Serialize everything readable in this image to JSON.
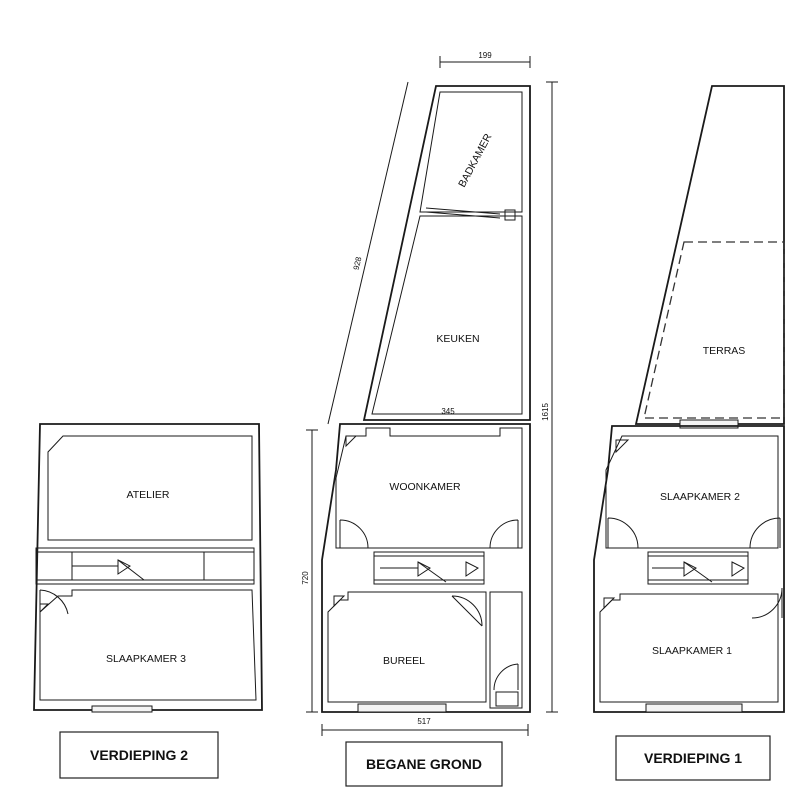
{
  "rooms": {
    "badkamer": "BADKAMER",
    "keuken": "KEUKEN",
    "woonkamer": "WOONKAMER",
    "bureel": "BUREEL",
    "atelier": "ATELIER",
    "slaapkamer3": "SLAAPKAMER 3",
    "terras": "TERRAS",
    "slaapkamer2": "SLAAPKAMER 2",
    "slaapkamer1": "SLAAPKAMER 1"
  },
  "dimensions": {
    "top_width": "199",
    "diagonal_wall": "928",
    "mid_width": "345",
    "total_length": "1615",
    "ground_depth": "720",
    "bottom_width": "517"
  },
  "floors": {
    "verdieping2": "VERDIEPING 2",
    "begane_grond": "BEGANE GROND",
    "verdieping1": "VERDIEPING 1"
  }
}
